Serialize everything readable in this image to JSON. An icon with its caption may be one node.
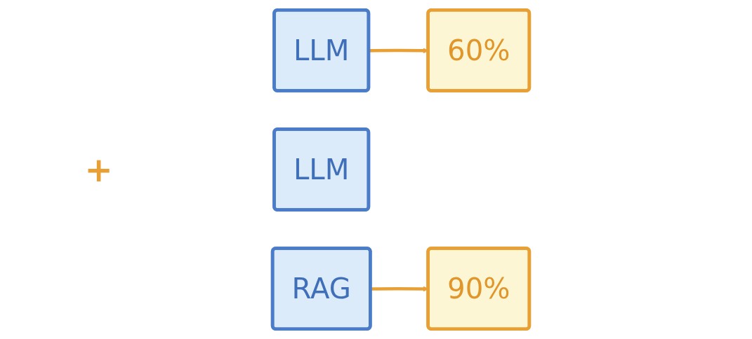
{
  "diagram": {
    "nodes": [
      {
        "text": [
          "LLM"
        ]
      },
      {
        "text": [
          "60%"
        ]
      },
      {
        "text": [
          "LLM"
        ]
      },
      {
        "text": [
          "RAG"
        ]
      },
      {
        "text": [
          "90%"
        ]
      }
    ],
    "edges": [
      {
        "from": 0,
        "to": 1,
        "arrow": "to"
      },
      {
        "from": 3,
        "to": 4,
        "arrow": "to"
      }
    ],
    "labels": [
      "+"
    ]
  }
}
